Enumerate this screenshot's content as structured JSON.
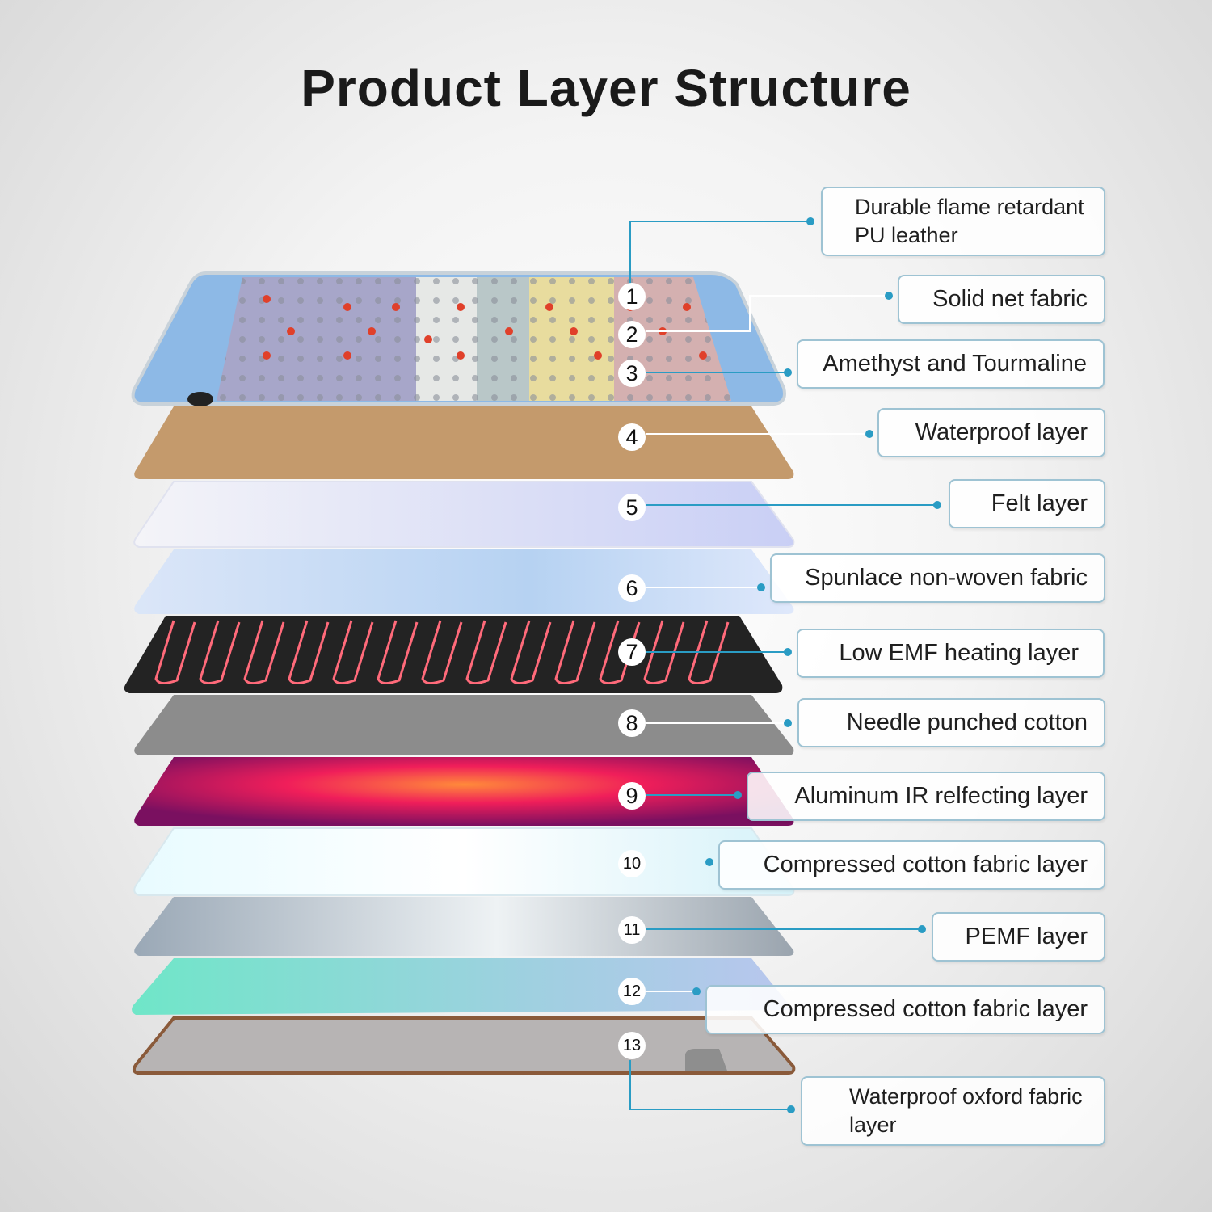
{
  "title": "Product Layer Structure",
  "layers": [
    {
      "number": "1",
      "label": "Durable flame retardant PU leather"
    },
    {
      "number": "2",
      "label": "Solid net fabric"
    },
    {
      "number": "3",
      "label": "Amethyst and Tourmaline"
    },
    {
      "number": "4",
      "label": "Waterproof layer"
    },
    {
      "number": "5",
      "label": "Felt layer"
    },
    {
      "number": "6",
      "label": "Spunlace non-woven fabric"
    },
    {
      "number": "7",
      "label": "Low EMF heating layer"
    },
    {
      "number": "8",
      "label": "Needle punched cotton"
    },
    {
      "number": "9",
      "label": "Aluminum IR relfecting layer"
    },
    {
      "number": "10",
      "label": "Compressed cotton fabric layer"
    },
    {
      "number": "11",
      "label": "PEMF layer"
    },
    {
      "number": "12",
      "label": "Compressed cotton fabric layer"
    },
    {
      "number": "13",
      "label": "Waterproof oxford fabric layer"
    }
  ],
  "colors": {
    "leader_line": "#2a9cc4",
    "box_border": "#9ec3d3"
  }
}
